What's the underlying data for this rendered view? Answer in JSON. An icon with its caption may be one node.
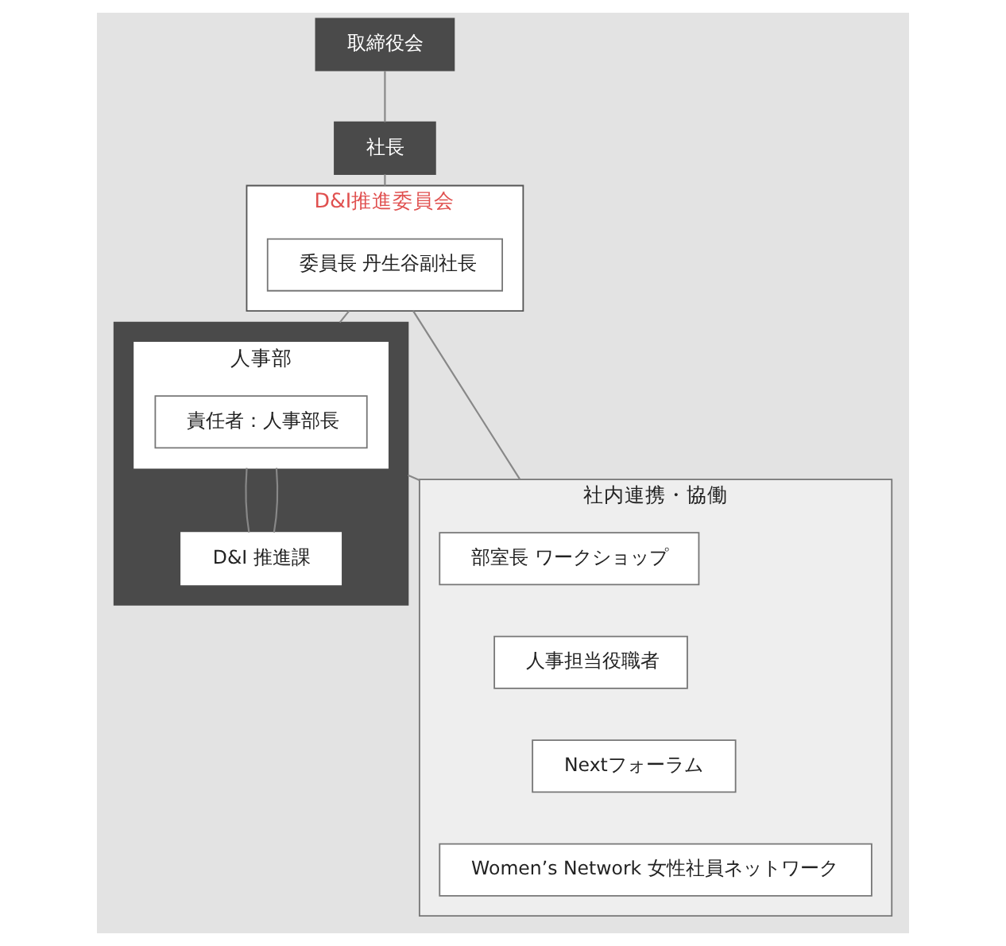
{
  "diagram": {
    "nodes": [
      {
        "text": [
          "取締役会"
        ]
      },
      {
        "text": [
          "社長"
        ]
      },
      {
        "text": [
          "D&I推進委員会"
        ]
      },
      {
        "text": [
          "委員長 丹生谷副社長"
        ],
        "in": 2
      },
      {
        "text": [
          "社内連携・協働"
        ]
      },
      {
        "text": [
          "部室長 ワークショップ"
        ],
        "in": 4
      },
      {
        "text": [
          "人事担当役職者"
        ],
        "in": 4
      },
      {
        "text": [
          "Nextフォーラム"
        ],
        "in": 4
      },
      {
        "text": [
          "Women’s Network 女性社員ネットワーク"
        ],
        "in": 4
      },
      {
        "text": [],
        "shape": "box"
      },
      {
        "text": [
          "人事部"
        ],
        "in": 9
      },
      {
        "text": [
          "責任者：人事部長"
        ],
        "in": 10
      },
      {
        "text": [
          "D&I 推進課"
        ],
        "in": 9
      }
    ],
    "edges": [
      {
        "from": 0,
        "to": 1,
        "arrow": "none"
      },
      {
        "from": 1,
        "to": 2,
        "arrow": "none"
      },
      {
        "from": 2,
        "to": 4,
        "arrow": "none"
      },
      {
        "from": 2,
        "to": 9,
        "arrow": "none"
      },
      {
        "from": 9,
        "to": 4,
        "arrow": "none"
      },
      {
        "from": 10,
        "to": 12,
        "arrow": "none"
      },
      {
        "from": 10,
        "to": 12,
        "arrow": "none"
      }
    ]
  }
}
